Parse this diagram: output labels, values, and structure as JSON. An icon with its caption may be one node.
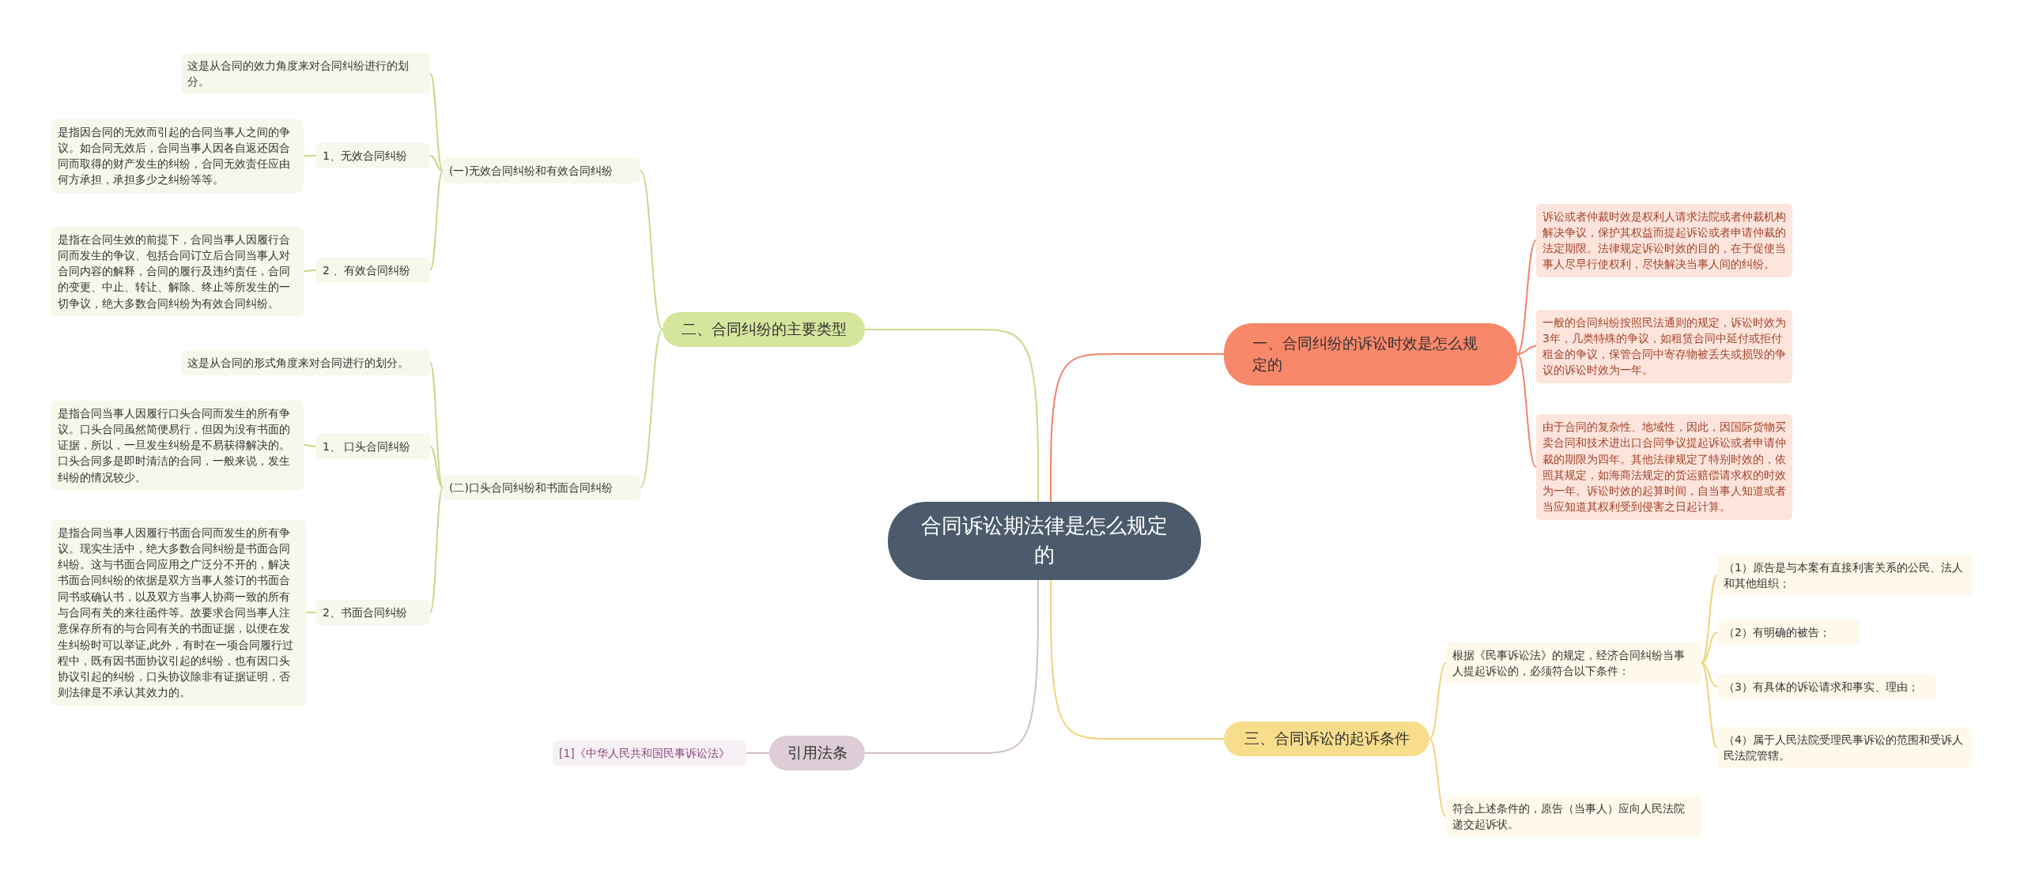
{
  "diagram": {
    "nodes": [
      {
        "text": [
          "合同诉讼期法律是怎么规定的"
        ]
      },
      {
        "text": [
          "一、合同纠纷的诉讼时效是怎么规定的"
        ]
      },
      {
        "text": [
          "诉讼或者仲裁时效是权利人请求法院或者仲裁机构解决争议，保护其权益而提起诉讼或者申请仲裁的法定期限。法律规定诉讼时效的目的，在于促使当事人尽早行使权利，尽快解决当事人间的纠纷。"
        ]
      },
      {
        "text": [
          "一般的合同纠纷按照民法通则的规定，诉讼时效为3年，几类特殊的争议，如租赁合同中延付或拒付租金的争议，保管合同中寄存物被丢失或损毁的争议的诉讼时效为一年。"
        ]
      },
      {
        "text": [
          "由于合同的复杂性、地域性，因此，因国际货物买卖合同和技术进出口合同争议提起诉讼或者申请仲裁的期限为四年。其他法律规定了特别时效的，依照其规定，如海商法规定的货运赔偿请求权的时效为一年。诉讼时效的起算时间，自当事人知道或者当应知道其权利受到侵害之日起计算。"
        ]
      },
      {
        "text": [
          "二、合同纠纷的主要类型"
        ]
      },
      {
        "text": [
          "(一)无效合同纠纷和有效合同纠纷"
        ]
      },
      {
        "text": [
          "这是从合同的效力角度来对合同纠纷进行的划分。"
        ]
      },
      {
        "text": [
          "1、无效合同纠纷"
        ]
      },
      {
        "text": [
          "是指因合同的无效而引起的合同当事人之间的争议。如合同无效后，合同当事人因各自返还因合同而取得的财产发生的纠纷，合同无效责任应由何方承担，承担多少之纠纷等等。"
        ]
      },
      {
        "text": [
          "2 、有效合同纠纷"
        ]
      },
      {
        "text": [
          "是指在合同生效的前提下，合同当事人因履行合同而发生的争议、包括合同订立后合同当事人对合同内容的解释，合同的履行及违约责任，合同的变更、中止、转让、解除、终止等所发生的一切争议，绝大多数合同纠纷为有效合同纠纷。"
        ]
      },
      {
        "text": [
          "(二)口头合同纠纷和书面合同纠纷"
        ]
      },
      {
        "text": [
          "这是从合同的形式角度来对合同进行的划分。"
        ]
      },
      {
        "text": [
          "1、 口头合同纠纷"
        ]
      },
      {
        "text": [
          "是指合同当事人因履行口头合同而发生的所有争议。口头合同虽然简便易行，但因为没有书面的证据，所以，一旦发生纠纷是不易获得解决的。口头合同多是即时清洁的合同，一般来说，发生纠纷的情况较少。"
        ]
      },
      {
        "text": [
          "2、书面合同纠纷"
        ]
      },
      {
        "text": [
          "是指合同当事人因履行书面合同而发生的所有争议。现实生活中，绝大多数合同纠纷是书面合同纠纷。这与书面合同应用之广泛分不开的，解决书面合同纠纷的依据是双方当事人签订的书面合同书或确认书，以及双方当事人协商一致的所有与合同有关的来往函件等。故要求合同当事人注意保存所有的与合同有关的书面证据，以便在发生纠纷时可以举证,此外，有时在一项合同履行过程中，既有因书面协议引起的纠纷，也有因口头协议引起的纠纷，口头协议除非有证据证明，否则法律是不承认其效力的。"
        ]
      },
      {
        "text": [
          "三、合同诉讼的起诉条件"
        ]
      },
      {
        "text": [
          "根据《民事诉讼法》的规定，经济合同纠纷当事人提起诉讼的，必须符合以下条件："
        ]
      },
      {
        "text": [
          "（1）原告是与本案有直接利害关系的公民、法人和其他组织；"
        ]
      },
      {
        "text": [
          "（2）有明确的被告；"
        ]
      },
      {
        "text": [
          "（3）有具体的诉讼请求和事实、理由；"
        ]
      },
      {
        "text": [
          "（4）属于人民法院受理民事诉讼的范围和受诉人民法院管辖。"
        ]
      },
      {
        "text": [
          "符合上述条件的，原告（当事人）应向人民法院递交起诉状。"
        ]
      },
      {
        "text": [
          "引用法条"
        ]
      },
      {
        "text": [
          "[1]《中华人民共和国民事诉讼法》"
        ]
      }
    ],
    "edges": [
      {
        "from": 0,
        "to": 1,
        "arrow": "none",
        "color": "#f08468"
      },
      {
        "from": 1,
        "to": 2,
        "arrow": "none",
        "color": "#f08468"
      },
      {
        "from": 1,
        "to": 3,
        "arrow": "none",
        "color": "#f08468"
      },
      {
        "from": 1,
        "to": 4,
        "arrow": "none",
        "color": "#f08468"
      },
      {
        "from": 0,
        "to": 5,
        "arrow": "none"
      },
      {
        "from": 5,
        "to": 6,
        "arrow": "none"
      },
      {
        "from": 6,
        "to": 7,
        "arrow": "none"
      },
      {
        "from": 6,
        "to": 8,
        "arrow": "none"
      },
      {
        "from": 8,
        "to": 9,
        "arrow": "none"
      },
      {
        "from": 6,
        "to": 10,
        "arrow": "none"
      },
      {
        "from": 10,
        "to": 11,
        "arrow": "none"
      },
      {
        "from": 5,
        "to": 12,
        "arrow": "none"
      },
      {
        "from": 12,
        "to": 13,
        "arrow": "none"
      },
      {
        "from": 12,
        "to": 14,
        "arrow": "none"
      },
      {
        "from": 14,
        "to": 15,
        "arrow": "none"
      },
      {
        "from": 12,
        "to": 16,
        "arrow": "none"
      },
      {
        "from": 16,
        "to": 17,
        "arrow": "none"
      },
      {
        "from": 0,
        "to": 18,
        "arrow": "none",
        "color": "#f0d47e"
      },
      {
        "from": 18,
        "to": 19,
        "arrow": "none",
        "color": "#f0d47e"
      },
      {
        "from": 19,
        "to": 20,
        "arrow": "none",
        "color": "#f0d47e"
      },
      {
        "from": 19,
        "to": 21,
        "arrow": "none",
        "color": "#f0d47e"
      },
      {
        "from": 19,
        "to": 22,
        "arrow": "none",
        "color": "#f0d47e"
      },
      {
        "from": 19,
        "to": 23,
        "arrow": "none",
        "color": "#f0d47e"
      },
      {
        "from": 18,
        "to": 24,
        "arrow": "none",
        "color": "#f0d47e"
      },
      {
        "from": 0,
        "to": 25,
        "arrow": "none",
        "color": "#d3bfcb"
      },
      {
        "from": 25,
        "to": 26,
        "arrow": "none",
        "color": "#d3bfcb"
      }
    ]
  }
}
